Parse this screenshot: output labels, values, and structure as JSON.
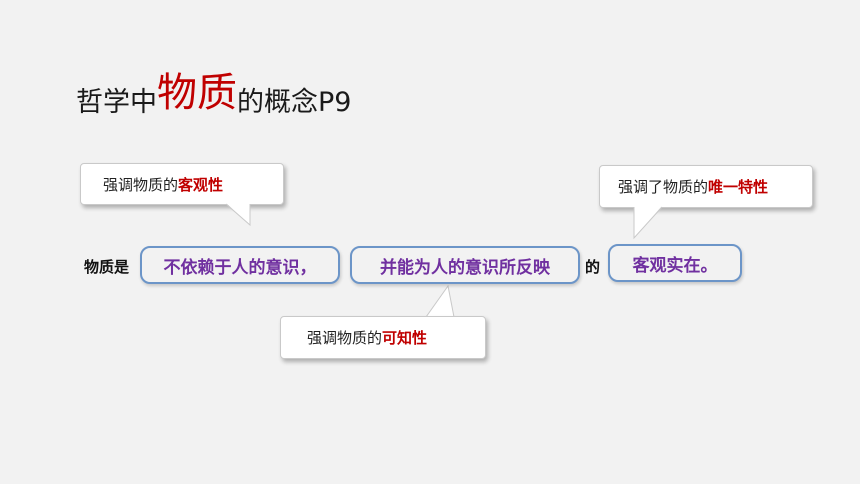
{
  "title": {
    "part1": "哲学中",
    "part2": "物质",
    "part3": "的概念P9"
  },
  "callouts": {
    "objective": {
      "prefix": "强调物质的",
      "highlight": "客观性"
    },
    "unique": {
      "prefix": "强调了物质的",
      "highlight": "唯一特性"
    },
    "knowable": {
      "prefix": "强调物质的",
      "highlight": "可知性"
    }
  },
  "definition": {
    "label": "物质是",
    "box1": "不依赖于人的意识，",
    "box2": "并能为人的意识所反映",
    "connector": "的",
    "box3": "客观实在。"
  },
  "colors": {
    "highlight": "#c00000",
    "definition_text": "#7030a0",
    "box_border": "#6c95c8",
    "background": "#f2f2f2"
  }
}
